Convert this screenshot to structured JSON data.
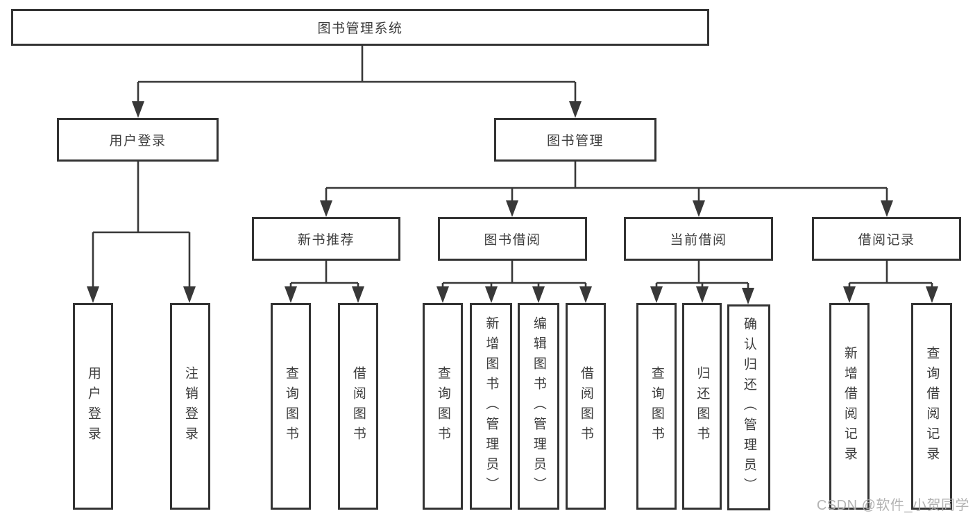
{
  "diagram": {
    "root": {
      "label": "图书管理系统"
    },
    "level2": [
      {
        "label": "用户登录"
      },
      {
        "label": "图书管理"
      }
    ],
    "level3": [
      {
        "label": "新书推荐"
      },
      {
        "label": "图书借阅"
      },
      {
        "label": "当前借阅"
      },
      {
        "label": "借阅记录"
      }
    ],
    "level4": {
      "user_login": [
        {
          "label": "用户登录"
        },
        {
          "label": "注销登录"
        }
      ],
      "new_book_recommend": [
        {
          "label": "查询图书"
        },
        {
          "label": "借阅图书"
        }
      ],
      "book_borrow": [
        {
          "label": "查询图书"
        },
        {
          "label": "新增图书（管理员）"
        },
        {
          "label": "编辑图书（管理员）"
        },
        {
          "label": "借阅图书"
        }
      ],
      "current_borrow": [
        {
          "label": "查询图书"
        },
        {
          "label": "归还图书"
        },
        {
          "label": "确认归还（管理员）"
        }
      ],
      "borrow_record": [
        {
          "label": "新增借阅记录"
        },
        {
          "label": "查询借阅记录"
        }
      ]
    }
  },
  "watermark": {
    "text": "CSDN @软件_小贺同学"
  },
  "colors": {
    "line": "#383838",
    "box_border": "#333333",
    "text": "#3d3d3d",
    "watermark": "#acacac",
    "background": "#ffffff"
  }
}
